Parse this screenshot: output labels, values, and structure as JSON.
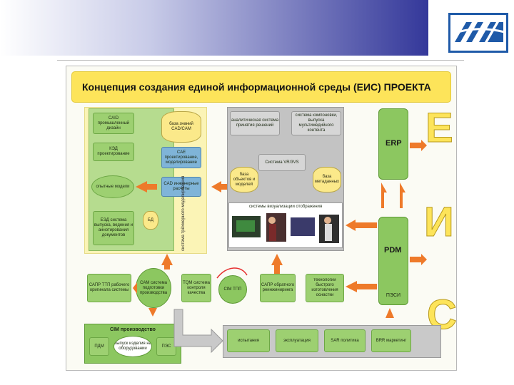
{
  "title": "Концепция создания единой информационной среды (ЕИС) ПРОЕКТА",
  "eis_letters": [
    "Е",
    "И",
    "С"
  ],
  "left_panel": {
    "caid": "CAID промышленный дизайн",
    "ked": "КЭД проектирование",
    "mock": "опытные модели",
    "etd": "ЕЭД система выпуска, ведения и аннотирования документов",
    "bd": "БД"
  },
  "db_top": "база знаний CAD/CAM",
  "cae": "CAE проектирование, моделирование",
  "cad_calc": "CAD инженерные расчёты",
  "vertical_label": "система трёхмерного моделирования",
  "analytics": "аналитическая система принятия решений",
  "multimedia": "система компоновки, выпуска мультимедийного контента",
  "vr": "Система VR/3VS",
  "db_objects": "база объектов и моделей",
  "db_meta": "база метаданных",
  "viz": "системы визуализации отображения",
  "erp": "ERP",
  "pdm": "PDM",
  "pdi": "ПЭСИ",
  "row": {
    "sapr_ttp": "САПР ТТП рабочего оригинала системы",
    "cam": "CAM система подготовки производства",
    "tqm": "TQM система контроля качества",
    "cim": "CIM ТПП",
    "sapr_reverse": "САПР обратного реинжиниринга",
    "rapid": "технологии быстрого изготовления оснастки"
  },
  "production": {
    "title": "CIM производство",
    "pdm": "ПДМ",
    "eq": "выпуск изделия на оборудовании",
    "mes": "ПЭС"
  },
  "bottom": {
    "trial": "испытания",
    "operation": "эксплуатация",
    "sar": "SAR политика",
    "brr": "BRR маркетинг"
  }
}
